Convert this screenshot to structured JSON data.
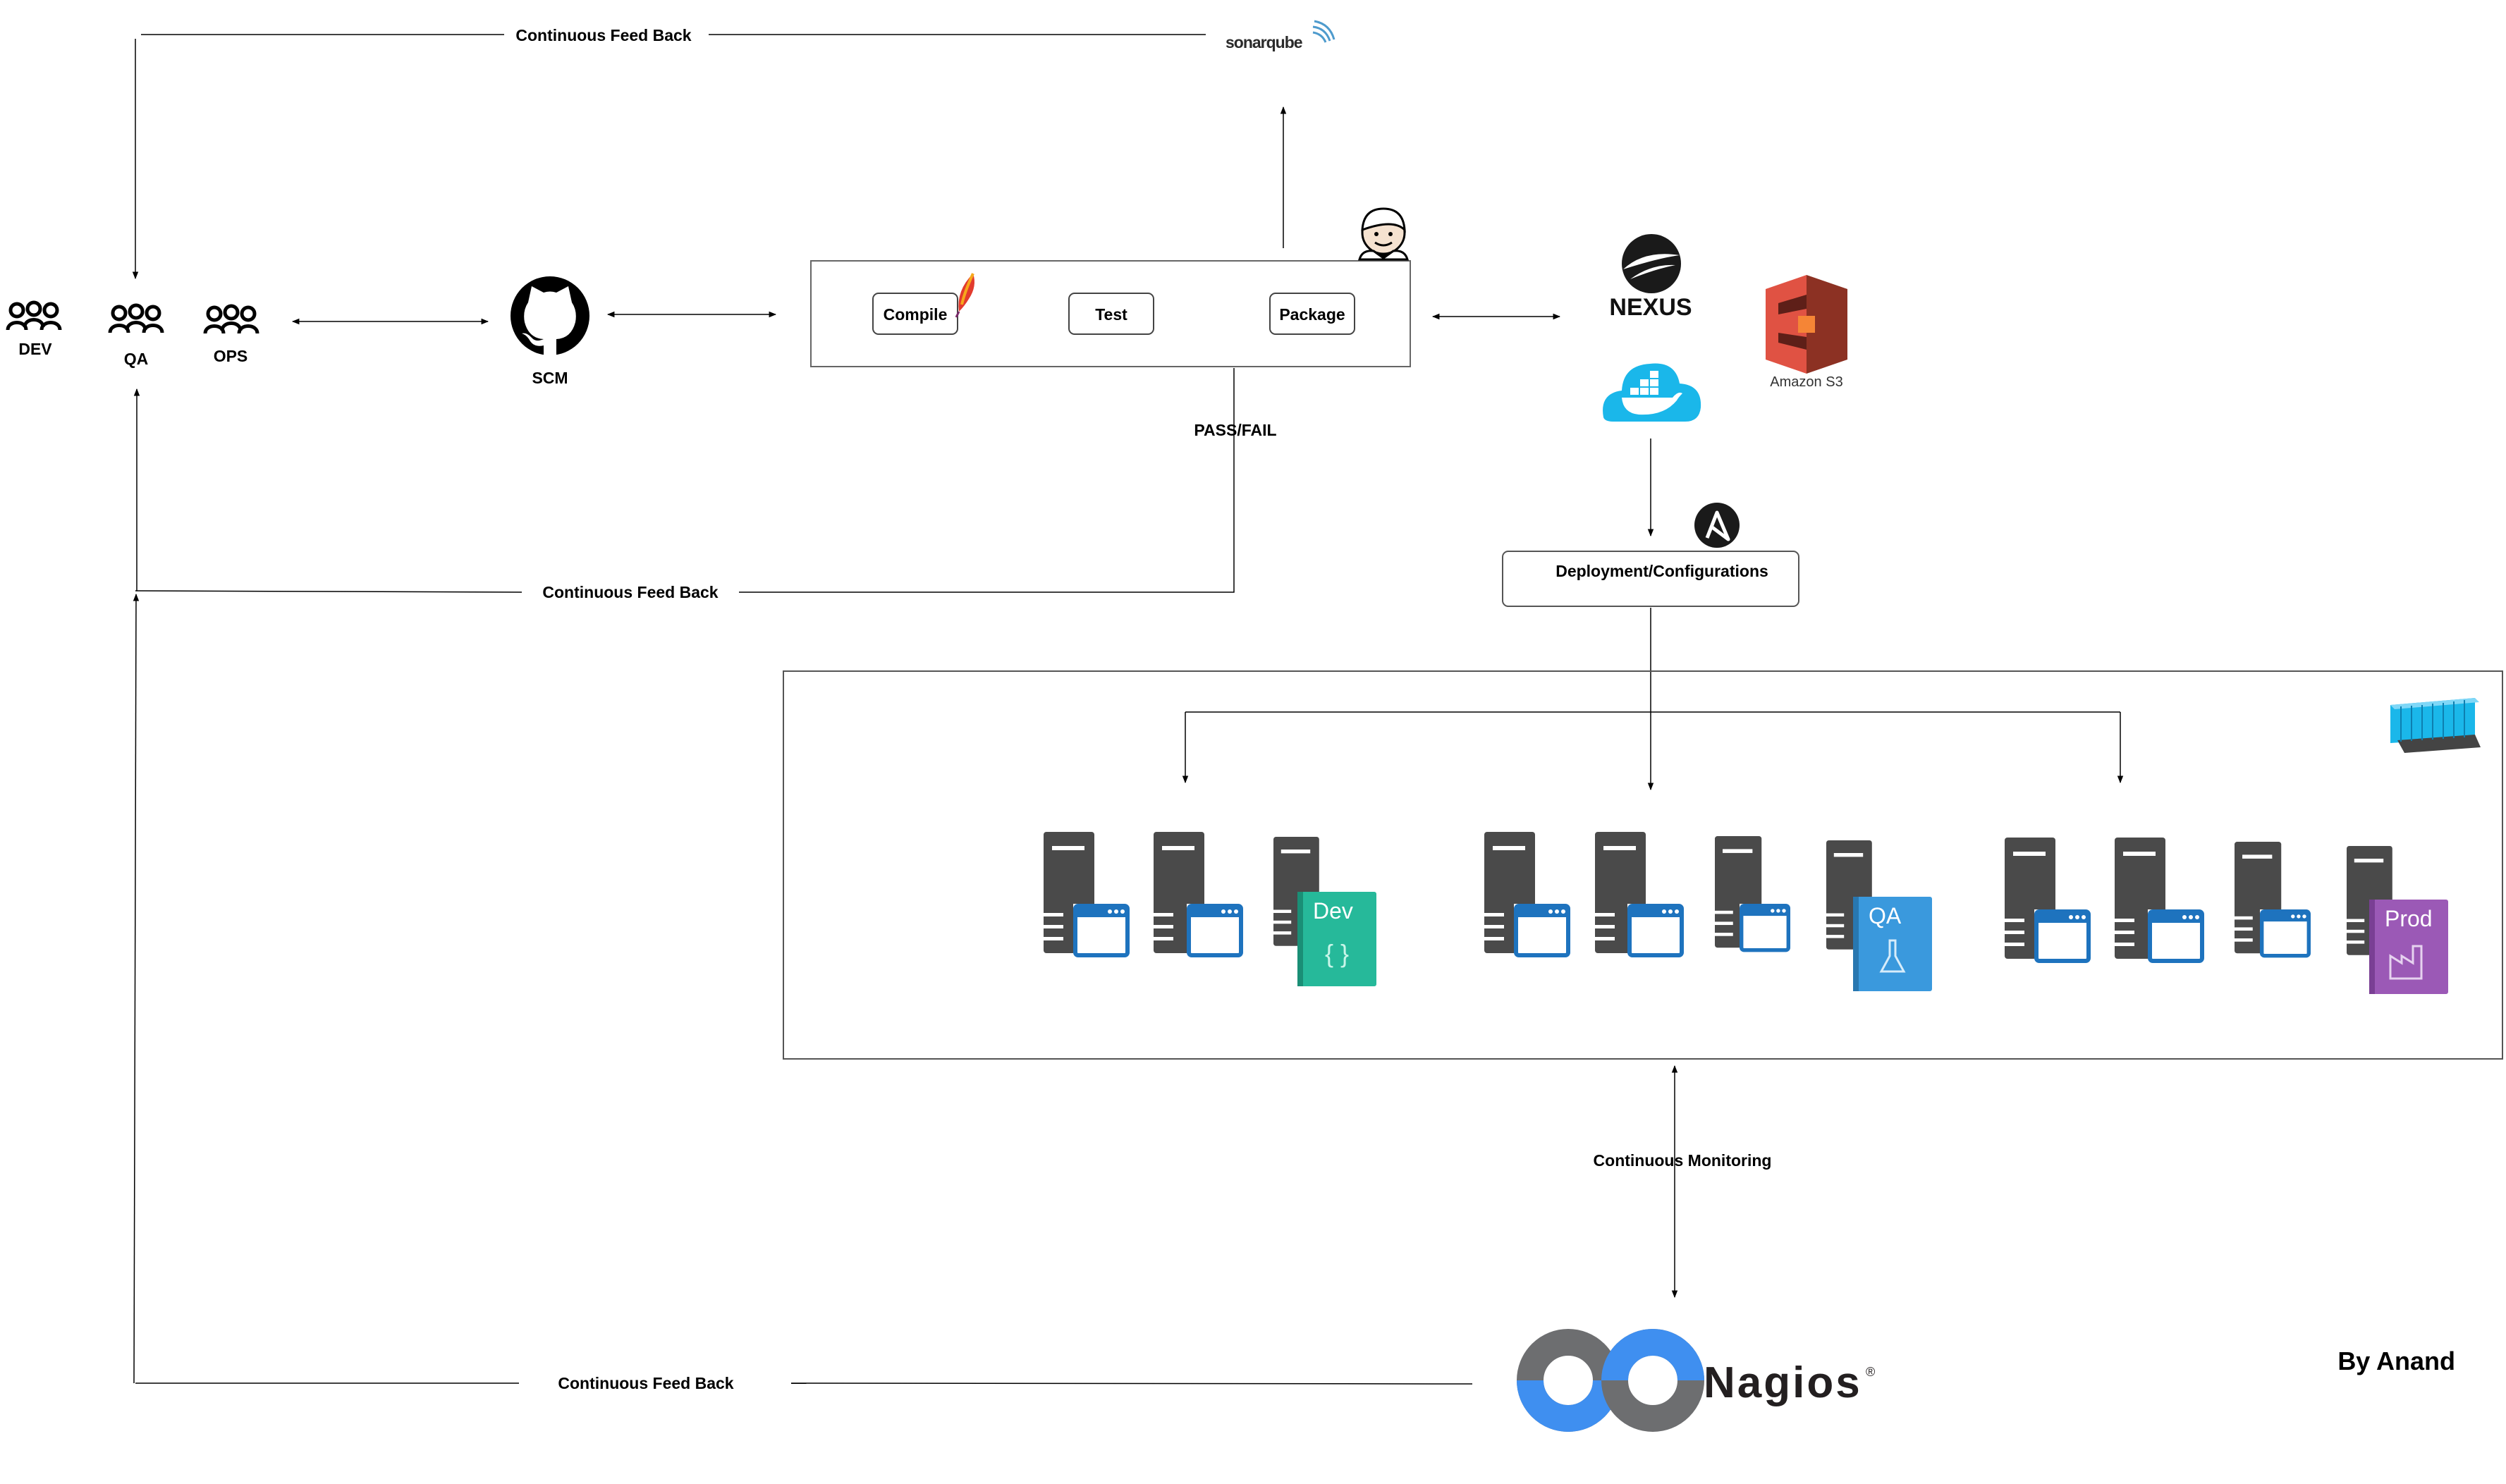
{
  "people": {
    "dev_label": "DEV",
    "qa_label": "QA",
    "ops_label": "OPS"
  },
  "scm": {
    "label": "SCM",
    "icon": "github-icon"
  },
  "build": {
    "compile_label": "Compile",
    "test_label": "Test",
    "package_label": "Package",
    "tool_icon": "jenkins-icon",
    "build_tool_icon": "maven-feather-icon"
  },
  "quality": {
    "logo_text": "sonarqube"
  },
  "repository": {
    "nexus_label": "NEXUS",
    "s3_label": "Amazon S3",
    "docker_icon": "docker-cloud-icon"
  },
  "pass_fail_label": "PASS/FAIL",
  "deployment": {
    "label": "Deployment/Configurations",
    "icon": "ansible-icon"
  },
  "feedback": {
    "top_label": "Continuous Feed Back",
    "middle_label": "Continuous Feed Back",
    "bottom_label": "Continuous Feed Back"
  },
  "environments": {
    "dev_label": "Dev",
    "qa_label": "QA",
    "prod_label": "Prod",
    "dev_color": "#26b99a",
    "qa_color": "#3a99dd",
    "prod_color": "#9b59b6"
  },
  "monitoring": {
    "label": "Continuous Monitoring",
    "nagios_label": "Nagios",
    "registered_mark": "®"
  },
  "author": "By Anand",
  "colors": {
    "server": "#4a4a4a",
    "window_blue": "#1e73be",
    "nagios_blue": "#3f8ff0",
    "nagios_gray": "#6d6e70",
    "s3_red": "#e05243",
    "docker_blue": "#1ab7ea"
  }
}
